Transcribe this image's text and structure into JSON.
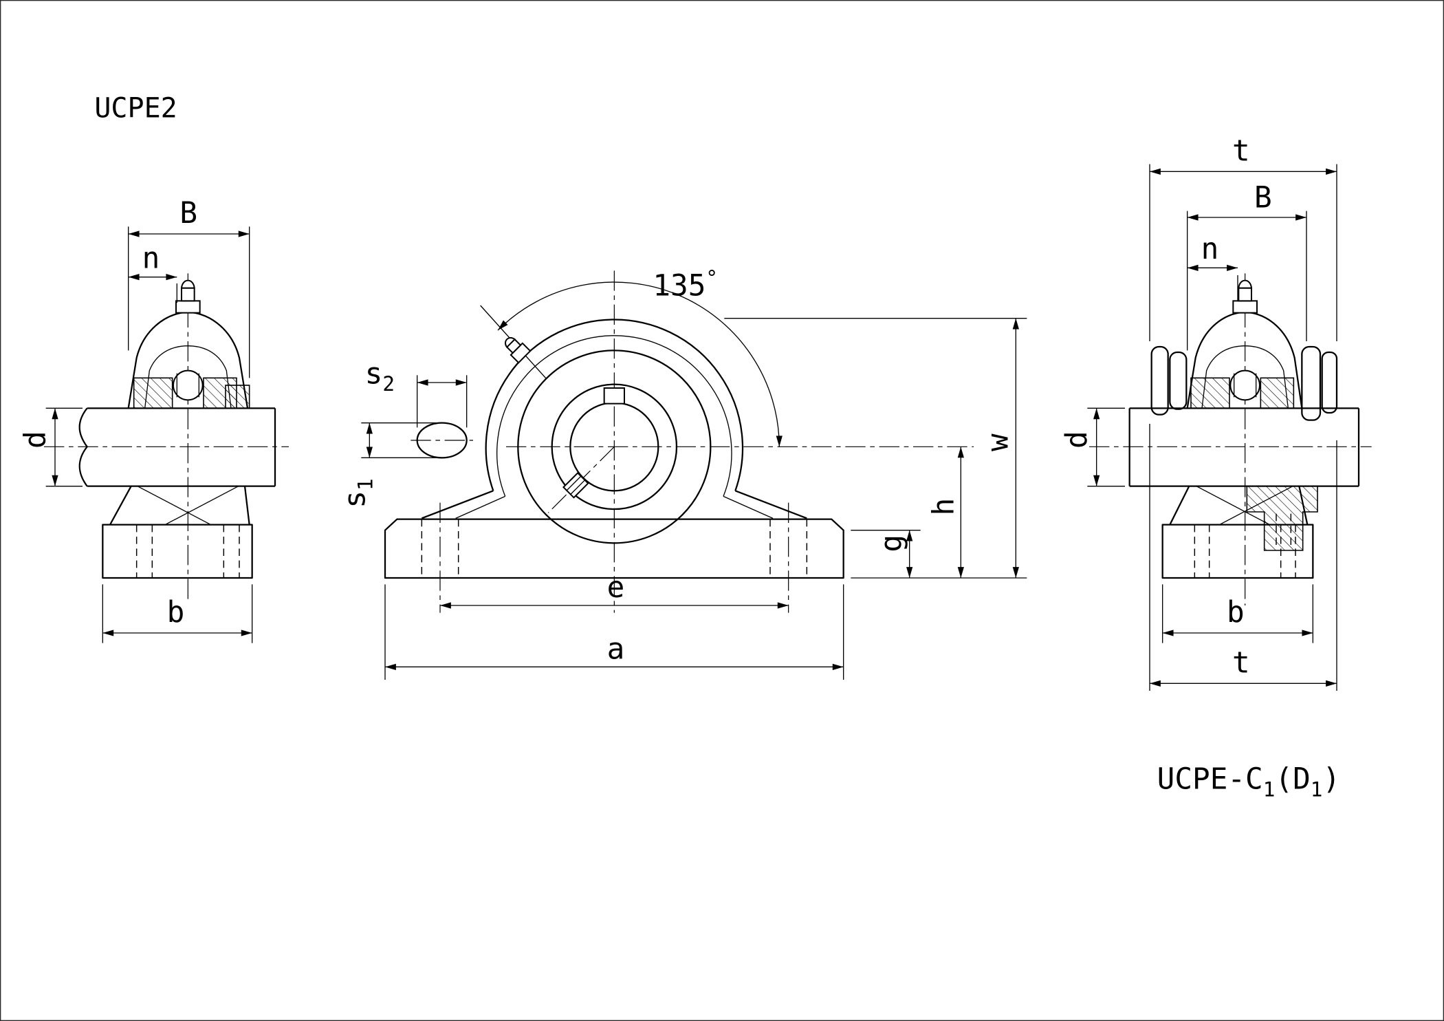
{
  "title": "UCPE2",
  "caption": {
    "part1": "UCPE-C",
    "sub1": "1",
    "part2": "(D",
    "sub2": "1",
    "part3": ")"
  },
  "left_view": {
    "B": "B",
    "n": "n",
    "d": "d",
    "b": "b"
  },
  "front_view": {
    "angle_value": "135",
    "degree_symbol": "°",
    "s_letter": "s",
    "s1_subscript": "1",
    "s2_subscript": "2",
    "e": "e",
    "a": "a",
    "w": "w",
    "h": "h",
    "g": "g"
  },
  "right_view": {
    "t_top": "t",
    "B": "B",
    "n": "n",
    "d": "d",
    "b": "b",
    "t_bottom": "t"
  },
  "colors": {
    "line": "#000000",
    "background": "#ffffff"
  }
}
